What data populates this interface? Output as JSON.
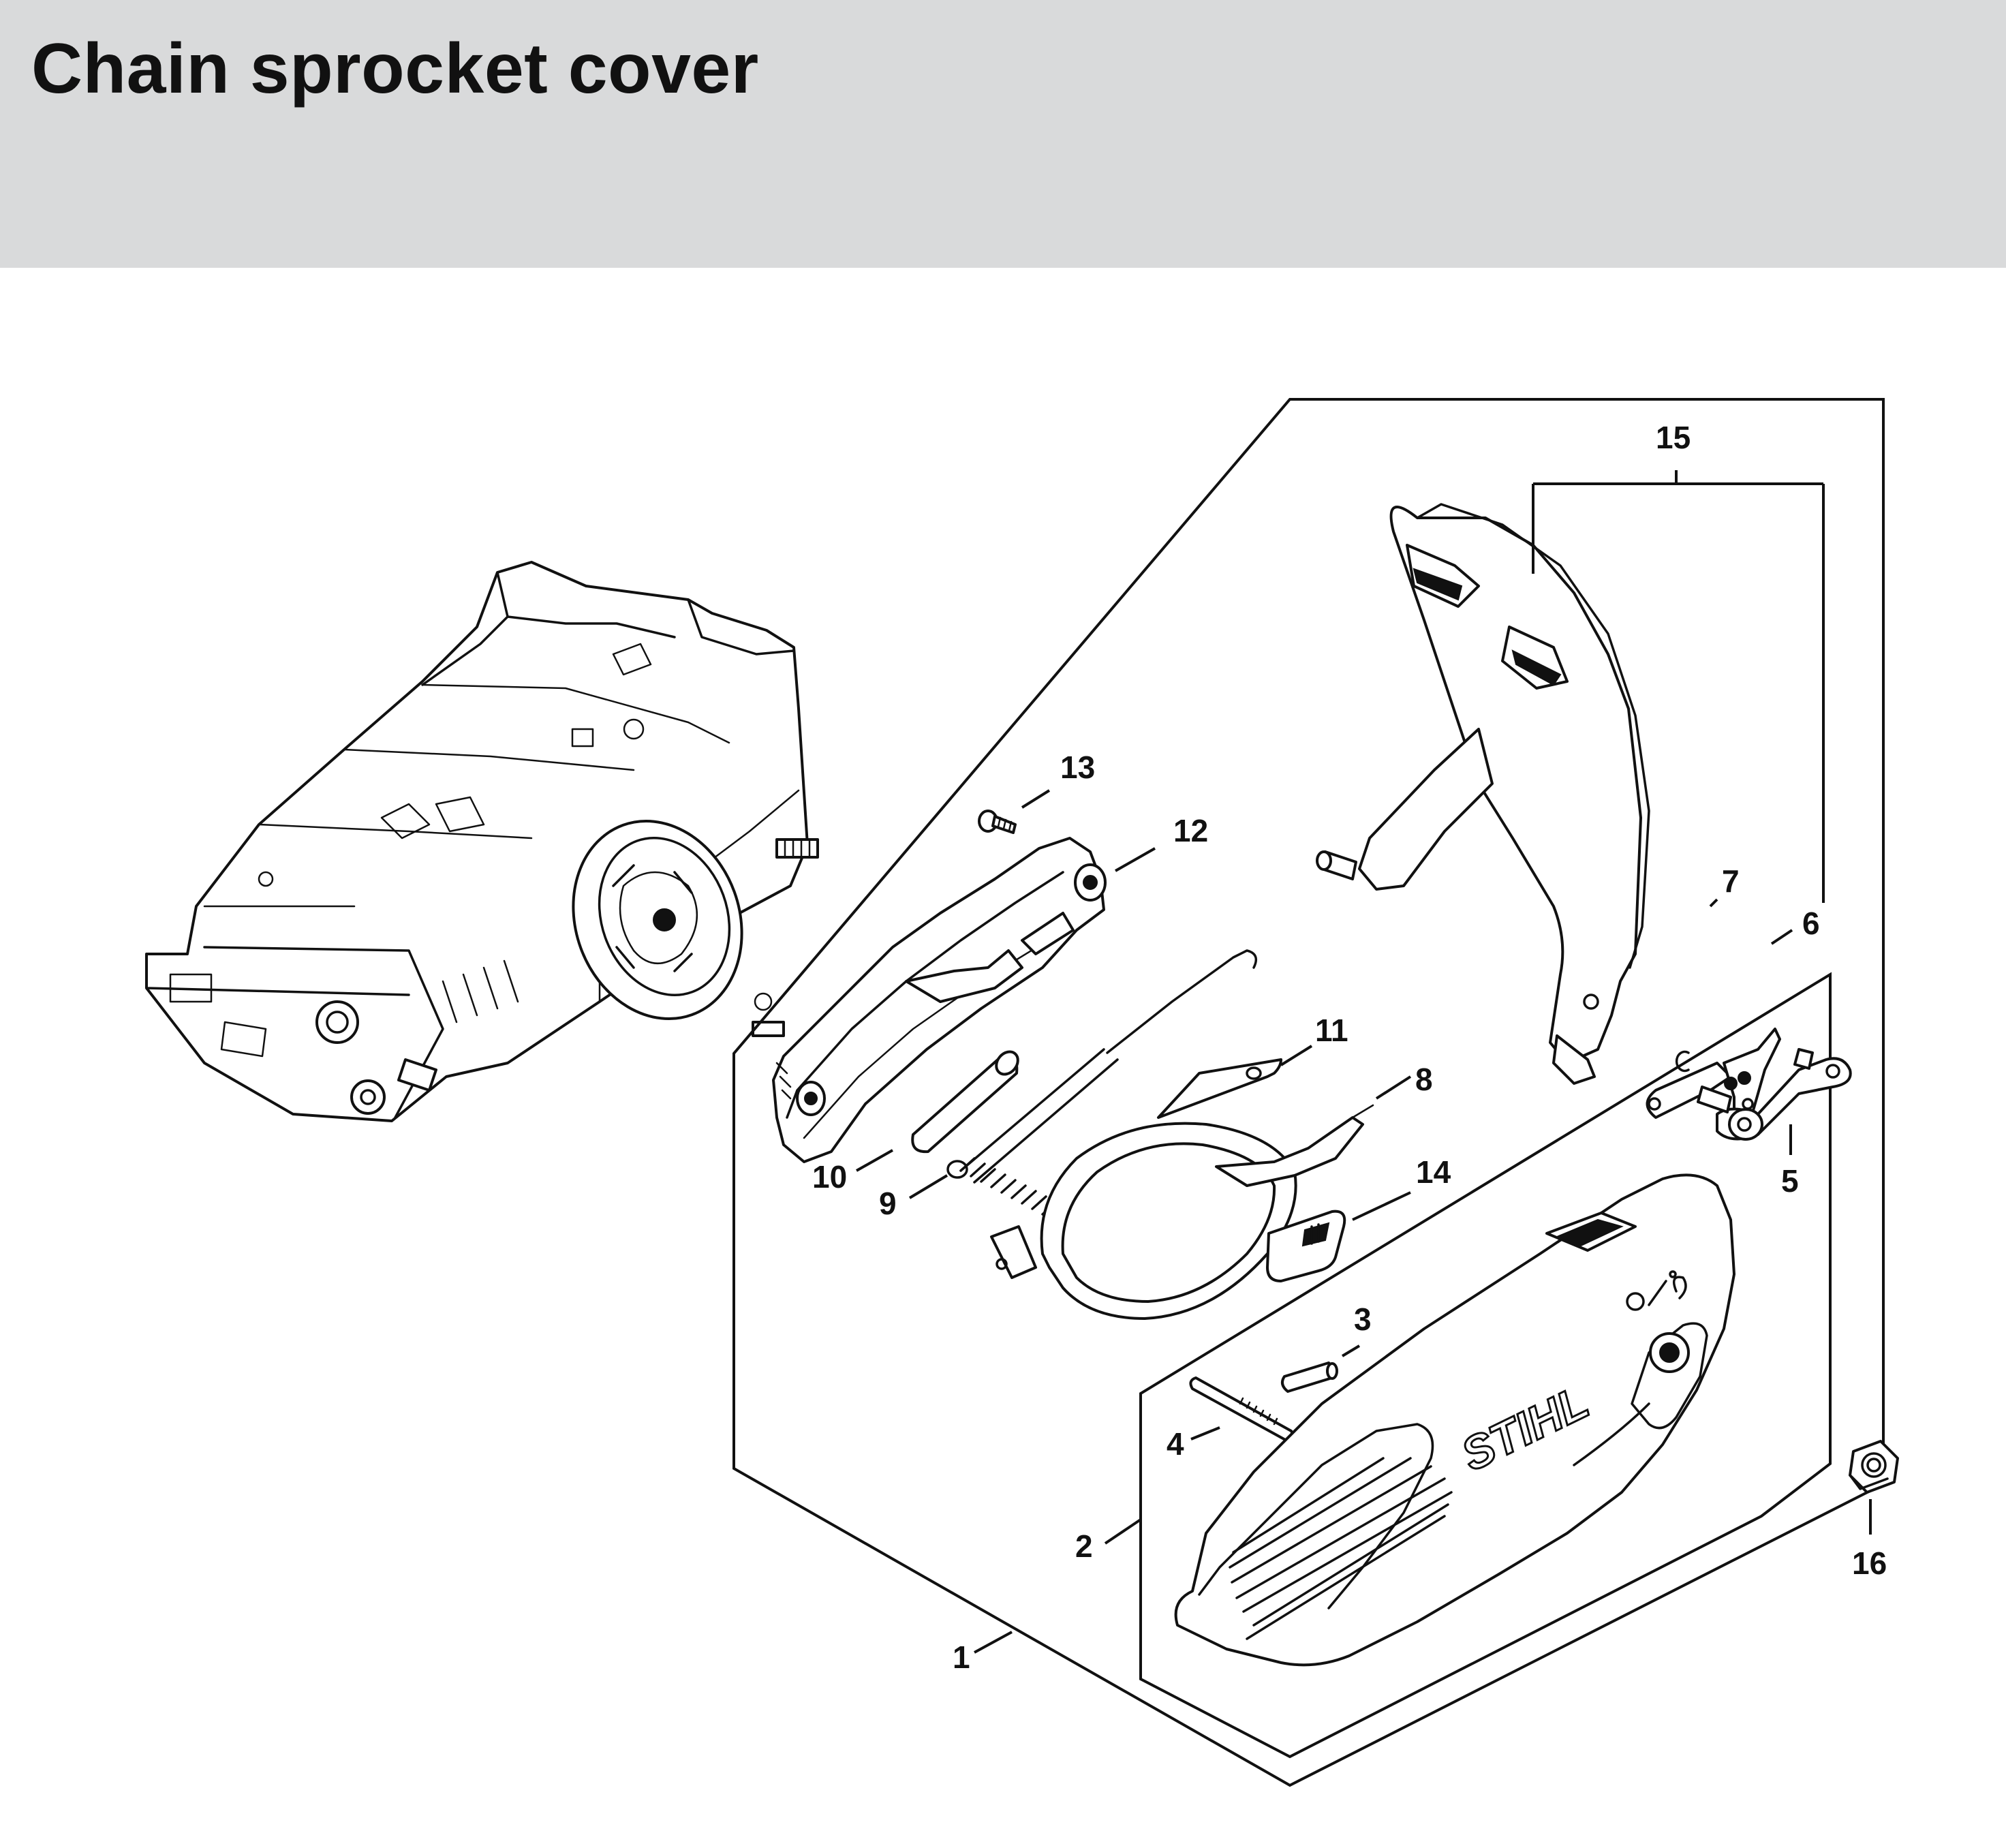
{
  "header": {
    "title": "Chain sprocket cover"
  },
  "colors": {
    "header_background": "#d9dadb",
    "line": "#111111",
    "background": "#ffffff"
  },
  "callouts": [
    {
      "id": "1",
      "label": "1"
    },
    {
      "id": "2",
      "label": "2"
    },
    {
      "id": "3",
      "label": "3"
    },
    {
      "id": "4",
      "label": "4"
    },
    {
      "id": "5",
      "label": "5"
    },
    {
      "id": "6",
      "label": "6"
    },
    {
      "id": "7",
      "label": "7"
    },
    {
      "id": "8",
      "label": "8"
    },
    {
      "id": "9",
      "label": "9"
    },
    {
      "id": "10",
      "label": "10"
    },
    {
      "id": "11",
      "label": "11"
    },
    {
      "id": "12",
      "label": "12"
    },
    {
      "id": "13",
      "label": "13"
    },
    {
      "id": "14",
      "label": "14"
    },
    {
      "id": "15",
      "label": "15"
    },
    {
      "id": "16",
      "label": "16"
    }
  ],
  "logo": {
    "brand": "STIHL"
  }
}
